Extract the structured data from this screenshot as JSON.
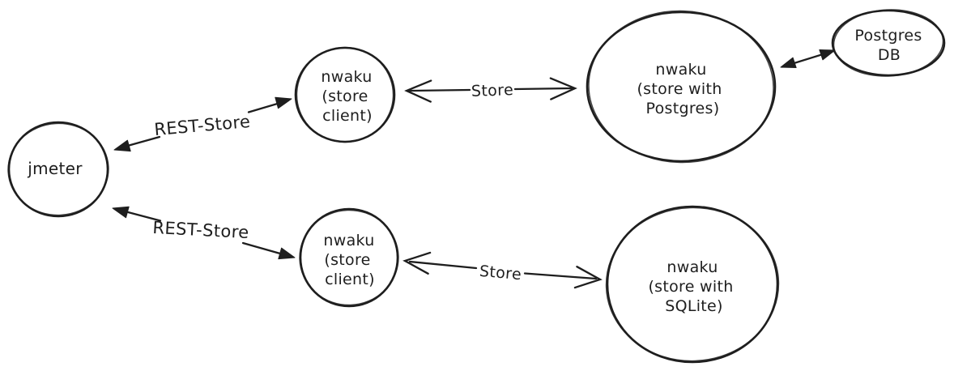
{
  "diagram": {
    "background": "#ffffff",
    "stroke": "#1e1e1e",
    "nodes": [
      {
        "id": "jmeter",
        "shape": "circle",
        "lines": [
          "jmeter"
        ]
      },
      {
        "id": "nwaku-store-client-top",
        "shape": "circle",
        "lines": [
          "nwaku",
          "(store",
          "client)"
        ]
      },
      {
        "id": "nwaku-store-client-bottom",
        "shape": "circle",
        "lines": [
          "nwaku",
          "(store",
          "client)"
        ]
      },
      {
        "id": "nwaku-store-postgres",
        "shape": "ellipse",
        "lines": [
          "nwaku",
          "(store with",
          "Postgres)"
        ]
      },
      {
        "id": "nwaku-store-sqlite",
        "shape": "circle",
        "lines": [
          "nwaku",
          "(store with",
          "SQLite)"
        ]
      },
      {
        "id": "postgres-db",
        "shape": "ellipse",
        "lines": [
          "Postgres",
          "DB"
        ]
      }
    ],
    "edges": [
      {
        "id": "rest-store-top",
        "label": "REST-Store",
        "from": "jmeter",
        "to": "nwaku-store-client-top",
        "arrows": "both-filled"
      },
      {
        "id": "rest-store-bottom",
        "label": "REST-Store",
        "from": "jmeter",
        "to": "nwaku-store-client-bottom",
        "arrows": "both-filled"
      },
      {
        "id": "store-top",
        "label": "Store",
        "from": "nwaku-store-client-top",
        "to": "nwaku-store-postgres",
        "arrows": "both-open"
      },
      {
        "id": "store-bottom",
        "label": "Store",
        "from": "nwaku-store-client-bottom",
        "to": "nwaku-store-sqlite",
        "arrows": "both-open"
      },
      {
        "id": "postgres-db-link",
        "label": "",
        "from": "nwaku-store-postgres",
        "to": "postgres-db",
        "arrows": "both-filled"
      }
    ]
  }
}
